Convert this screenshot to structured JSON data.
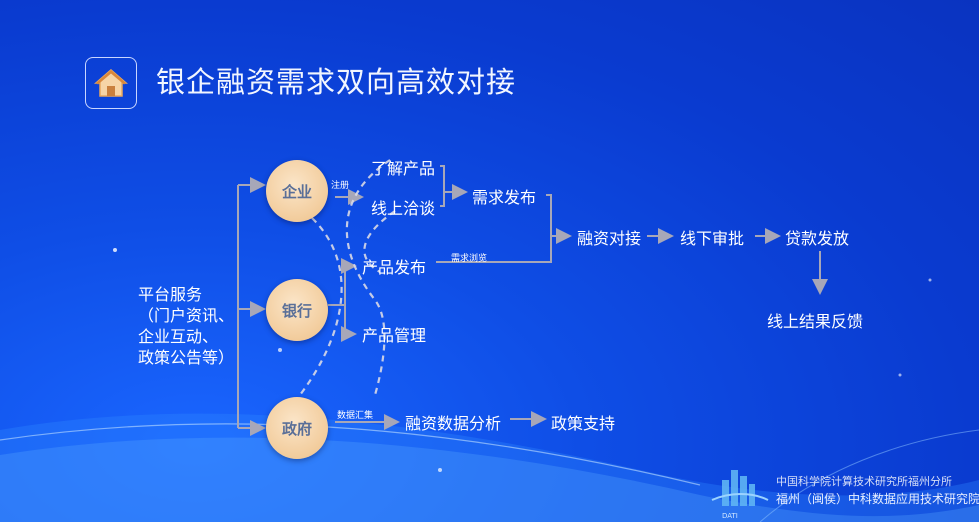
{
  "title": "银企融资需求双向高效对接",
  "chart_data": {
    "type": "flowchart",
    "nodes": {
      "enterprise": "企业",
      "bank": "银行",
      "government": "政府"
    },
    "platform_lines": [
      "平台服务",
      "（门户资讯、",
      "企业互动、",
      "政策公告等）"
    ],
    "steps": {
      "understand_product": "了解产品",
      "online_negotiation": "线上洽谈",
      "demand_release": "需求发布",
      "product_release": "产品发布",
      "product_management": "产品管理",
      "financing_match": "融资对接",
      "offline_review": "线下审批",
      "loan_disbursement": "贷款发放",
      "online_feedback": "线上结果反馈",
      "financing_data_analysis": "融资数据分析",
      "policy_support": "政策支持"
    },
    "edge_labels": {
      "register": "注册",
      "demand_browse": "需求浏览",
      "data_collection": "数据汇集"
    }
  },
  "footer": {
    "org_line1": "中国科学院计算技术研究所福州分所",
    "org_line2": "福州（闽侯）中科数据应用技术研究院",
    "logo_caption": "DATI"
  },
  "colors": {
    "background": "#0f4ee6",
    "node_fill": "#f2cc9c",
    "node_text": "#5a6f98",
    "arrow": "#a7a7b8"
  },
  "icons": {
    "home": "home-icon"
  }
}
